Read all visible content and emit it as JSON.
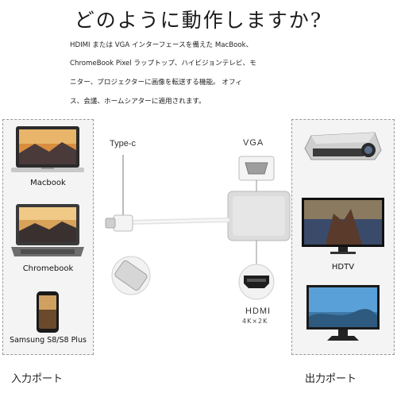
{
  "header": {
    "title": "どのように動作しますか?",
    "description_lines": [
      "HDIMI または VGA インターフェースを備えた MacBook、",
      "ChromeBook Pixel ラップトップ、ハイビジョンテレビ、モ",
      "ニター、プロジェクターに画像を転送する機能。 オフィ",
      "ス、会議、ホームシアターに適用されます。"
    ]
  },
  "input_panel": {
    "devices": [
      {
        "label": "Macbook",
        "icon": "laptop-icon"
      },
      {
        "label": "Chromebook",
        "icon": "laptop-icon"
      },
      {
        "label": "Samsung S8/S8 Plus",
        "icon": "phone-icon"
      }
    ],
    "port_title": "入力ポート"
  },
  "adapter": {
    "typec_label": "Type-c",
    "vga_label": "VGA",
    "hdmi_label": "HDMI",
    "hdmi_sub": "4K×2K"
  },
  "output_panel": {
    "devices": [
      {
        "label": "",
        "icon": "projector-icon"
      },
      {
        "label": "HDTV",
        "icon": "tv-icon"
      },
      {
        "label": "",
        "icon": "monitor-icon"
      }
    ],
    "port_title": "出力ポート"
  },
  "colors": {
    "panel_bg": "#f4f4f4",
    "panel_border": "#9a9a9a",
    "adapter_silver": "#d9d9d9",
    "cable_white": "#f2f2f2"
  }
}
